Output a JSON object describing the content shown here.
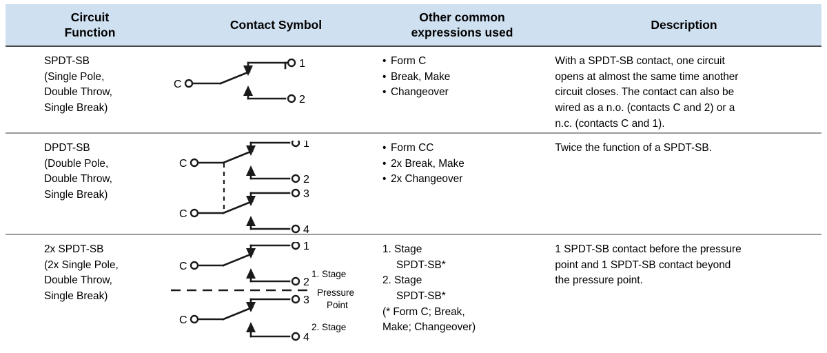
{
  "table": {
    "headers": [
      {
        "id": "circuit-function",
        "line1": "Circuit",
        "line2": "Function"
      },
      {
        "id": "contact-symbol",
        "line1": "Contact Symbol",
        "line2": ""
      },
      {
        "id": "other-expressions",
        "line1": "Other common",
        "line2": "expressions used"
      },
      {
        "id": "description",
        "line1": "Description",
        "line2": ""
      }
    ],
    "rows": [
      {
        "id": "spdt-sb",
        "function": [
          "SPDT-SB",
          "(Single Pole,",
          "Double Throw,",
          "Single Break)"
        ],
        "symbol": {
          "terminals": [
            "C",
            "1",
            "2"
          ],
          "stage_labels": [],
          "pressure_point": null
        },
        "expressions": [
          "Form C",
          "Break, Make",
          "Changeover"
        ],
        "expressions_style": "bullets",
        "description": [
          "With a SPDT-SB contact, one circuit",
          "opens at almost the same time another",
          "circuit closes. The contact can also be",
          "wired as a n.o. (contacts C and 2) or a",
          "n.c. (contacts C and 1)."
        ]
      },
      {
        "id": "dpdt-sb",
        "function": [
          "DPDT-SB",
          "(Double Pole,",
          "Double Throw,",
          "Single Break)"
        ],
        "symbol": {
          "terminals": [
            "C",
            "1",
            "2",
            "C",
            "3",
            "4"
          ],
          "stage_labels": [],
          "pressure_point": null,
          "coupling": "vertical-dashed"
        },
        "expressions": [
          "Form CC",
          "2x Break, Make",
          "2x Changeover"
        ],
        "expressions_style": "bullets",
        "description": [
          "Twice the function of a SPDT-SB."
        ]
      },
      {
        "id": "2x-spdt-sb",
        "function": [
          "2x SPDT-SB",
          "(2x Single Pole,",
          "Double Throw,",
          "Single Break)"
        ],
        "symbol": {
          "terminals": [
            "C",
            "1",
            "2",
            "C",
            "3",
            "4"
          ],
          "stage_labels": [
            "1. Stage",
            "2. Stage"
          ],
          "pressure_point": [
            "Pressure",
            "Point"
          ],
          "coupling": "horizontal-dashed"
        },
        "expressions": [
          "1. Stage",
          "SPDT-SB*",
          "2. Stage",
          "SPDT-SB*",
          "(* Form C; Break,",
          "Make; Changeover)"
        ],
        "expressions_style": "numbered",
        "description": [
          "1 SPDT-SB contact before the pressure",
          "point and 1 SPDT-SB contact beyond",
          "the pressure point."
        ]
      }
    ]
  },
  "colors": {
    "header_bg": "#cfe0f1",
    "header_rule": "#4a4a4a",
    "row_rule": "#9a9a9a",
    "line": "#1a1a1a",
    "text": "#000000"
  }
}
